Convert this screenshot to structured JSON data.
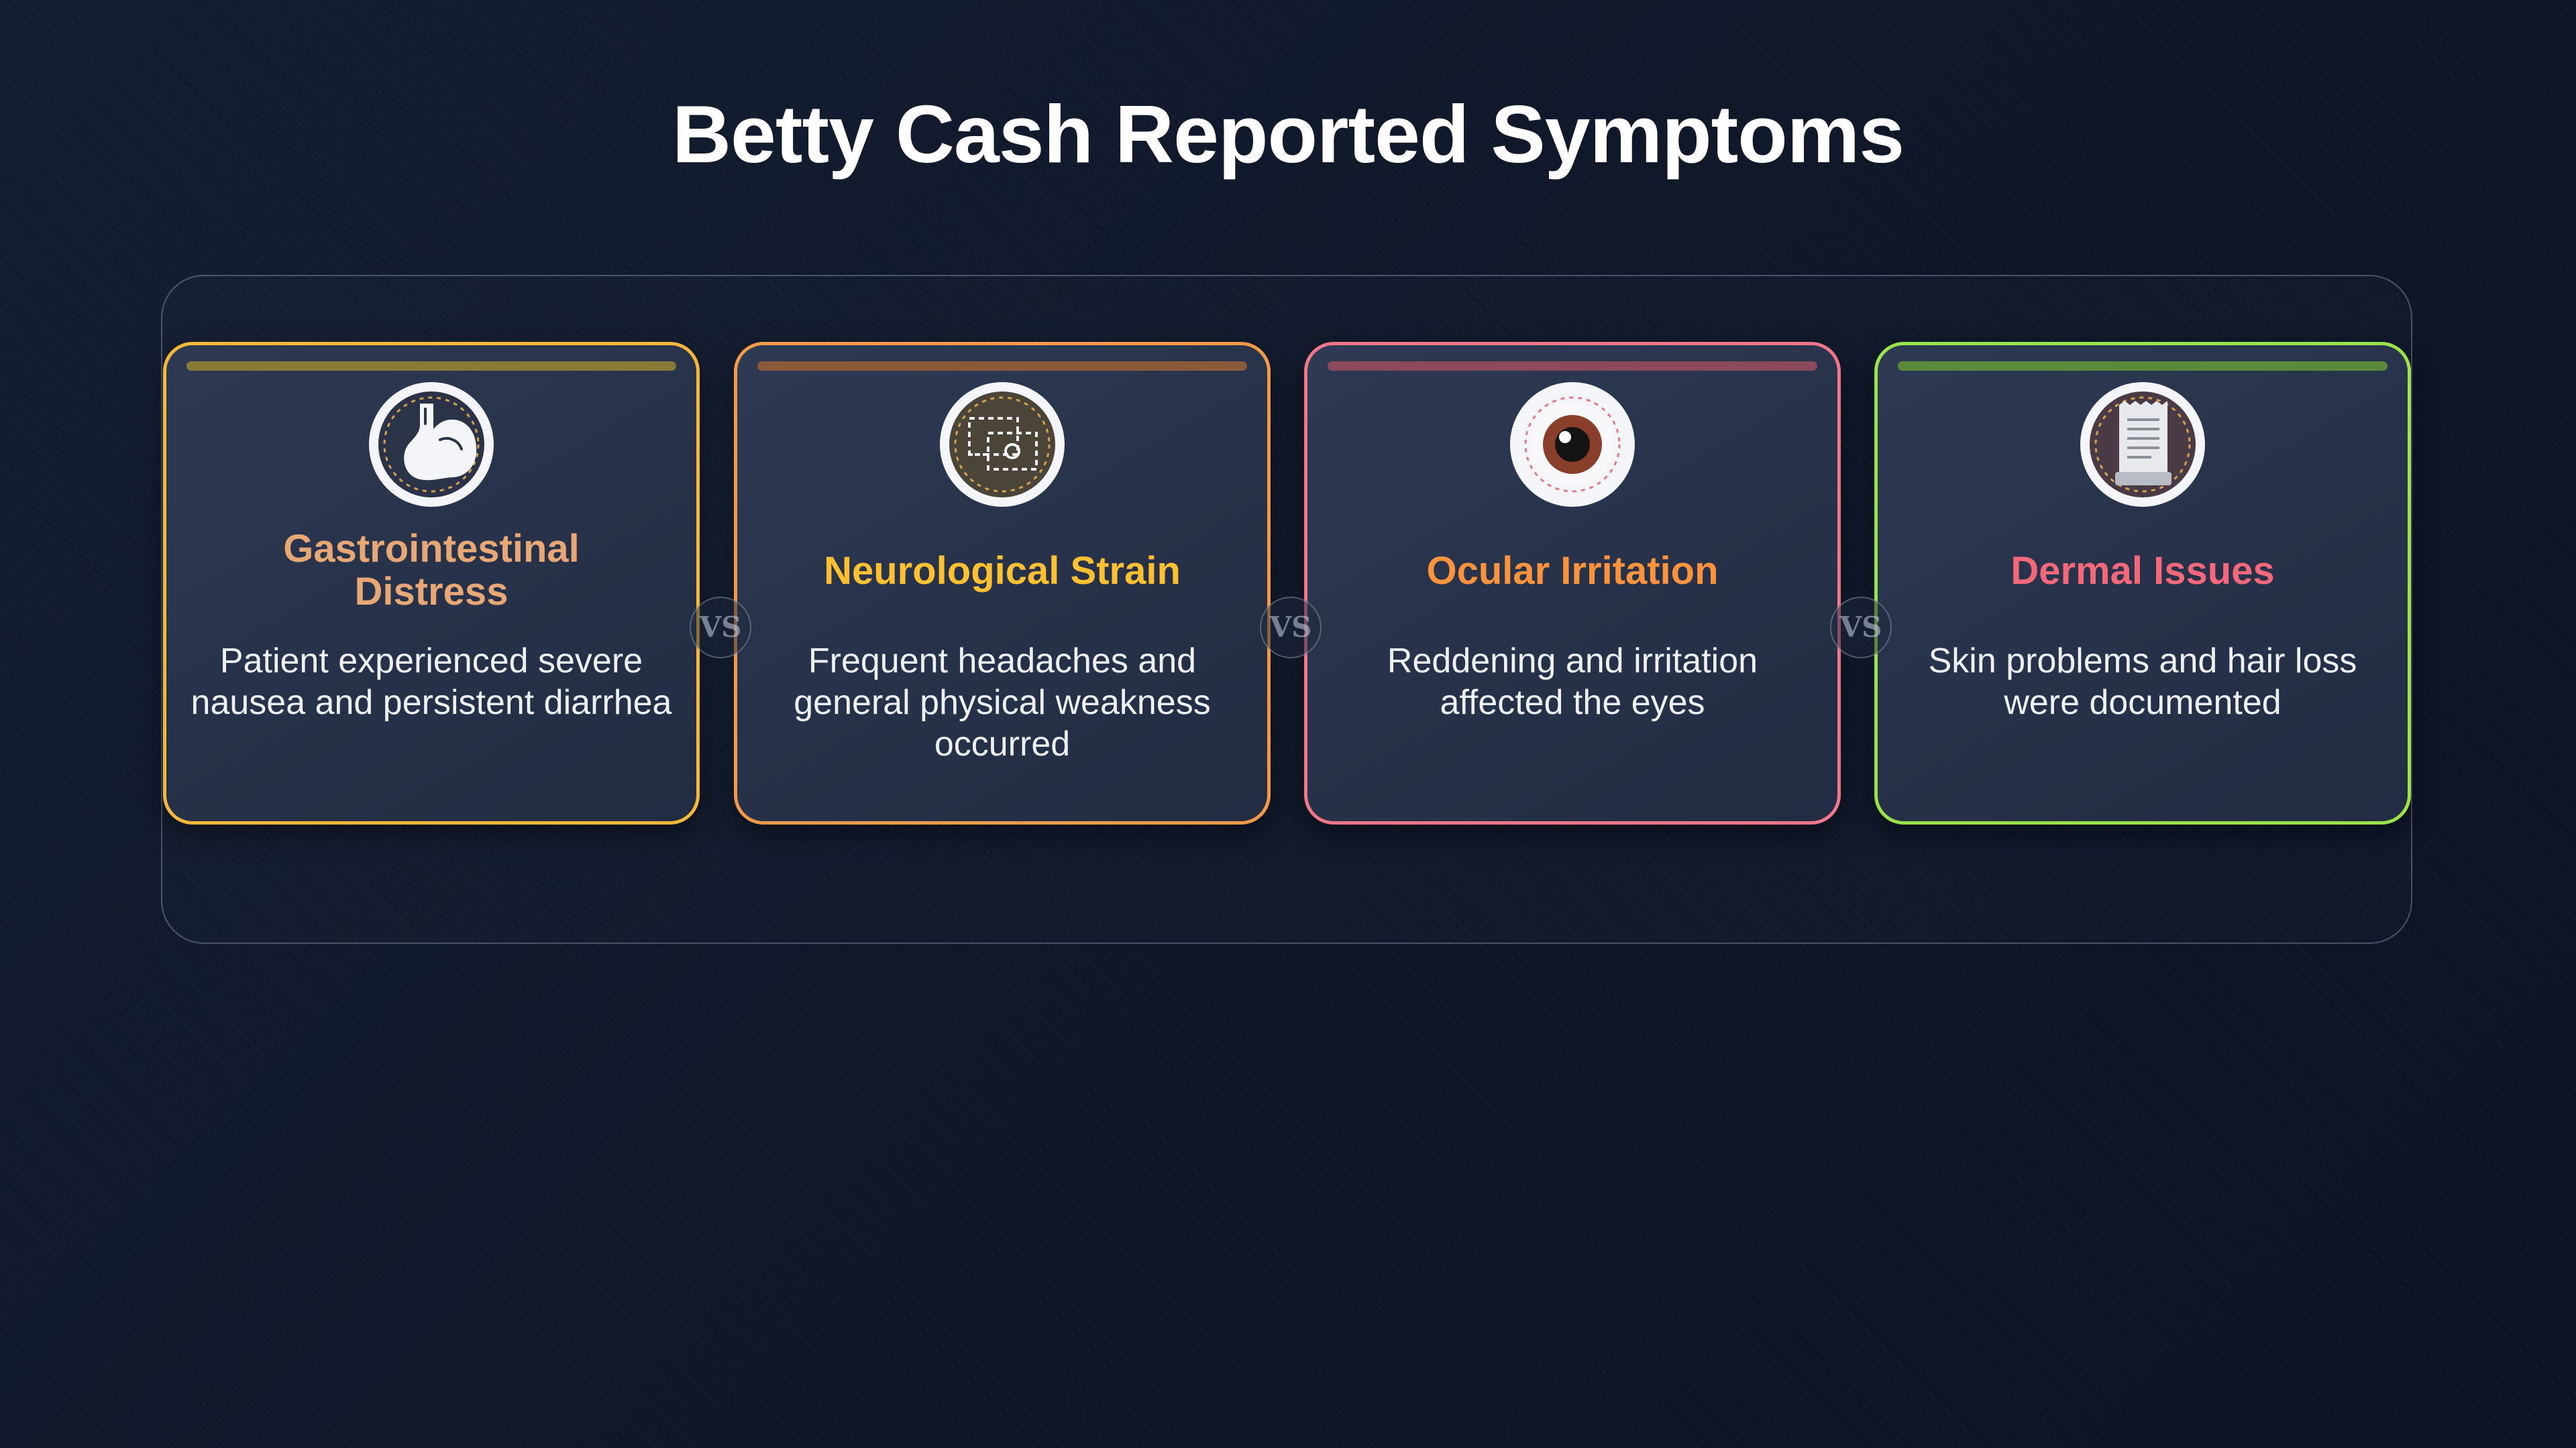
{
  "title": "Betty Cash Reported Symptoms",
  "vs_label": "VS",
  "cards": [
    {
      "title": "Gastrointestinal Distress",
      "description": "Patient experienced severe nausea and persistent diarrhea",
      "icon": "stomach-icon",
      "border_color": "#f4b93a",
      "title_color": "#e7a876"
    },
    {
      "title": "Neurological Strain",
      "description": "Frequent headaches and general physical weakness occurred",
      "icon": "brain-scan-icon",
      "border_color": "#f39a4a",
      "title_color": "#fcc030"
    },
    {
      "title": "Ocular Irritation",
      "description": "Reddening and irritation affected the eyes",
      "icon": "eye-icon",
      "border_color": "#f0768a",
      "title_color": "#fb923c"
    },
    {
      "title": "Dermal Issues",
      "description": "Skin problems and hair loss were documented",
      "icon": "document-icon",
      "border_color": "#9be34a",
      "title_color": "#f3697b"
    }
  ]
}
